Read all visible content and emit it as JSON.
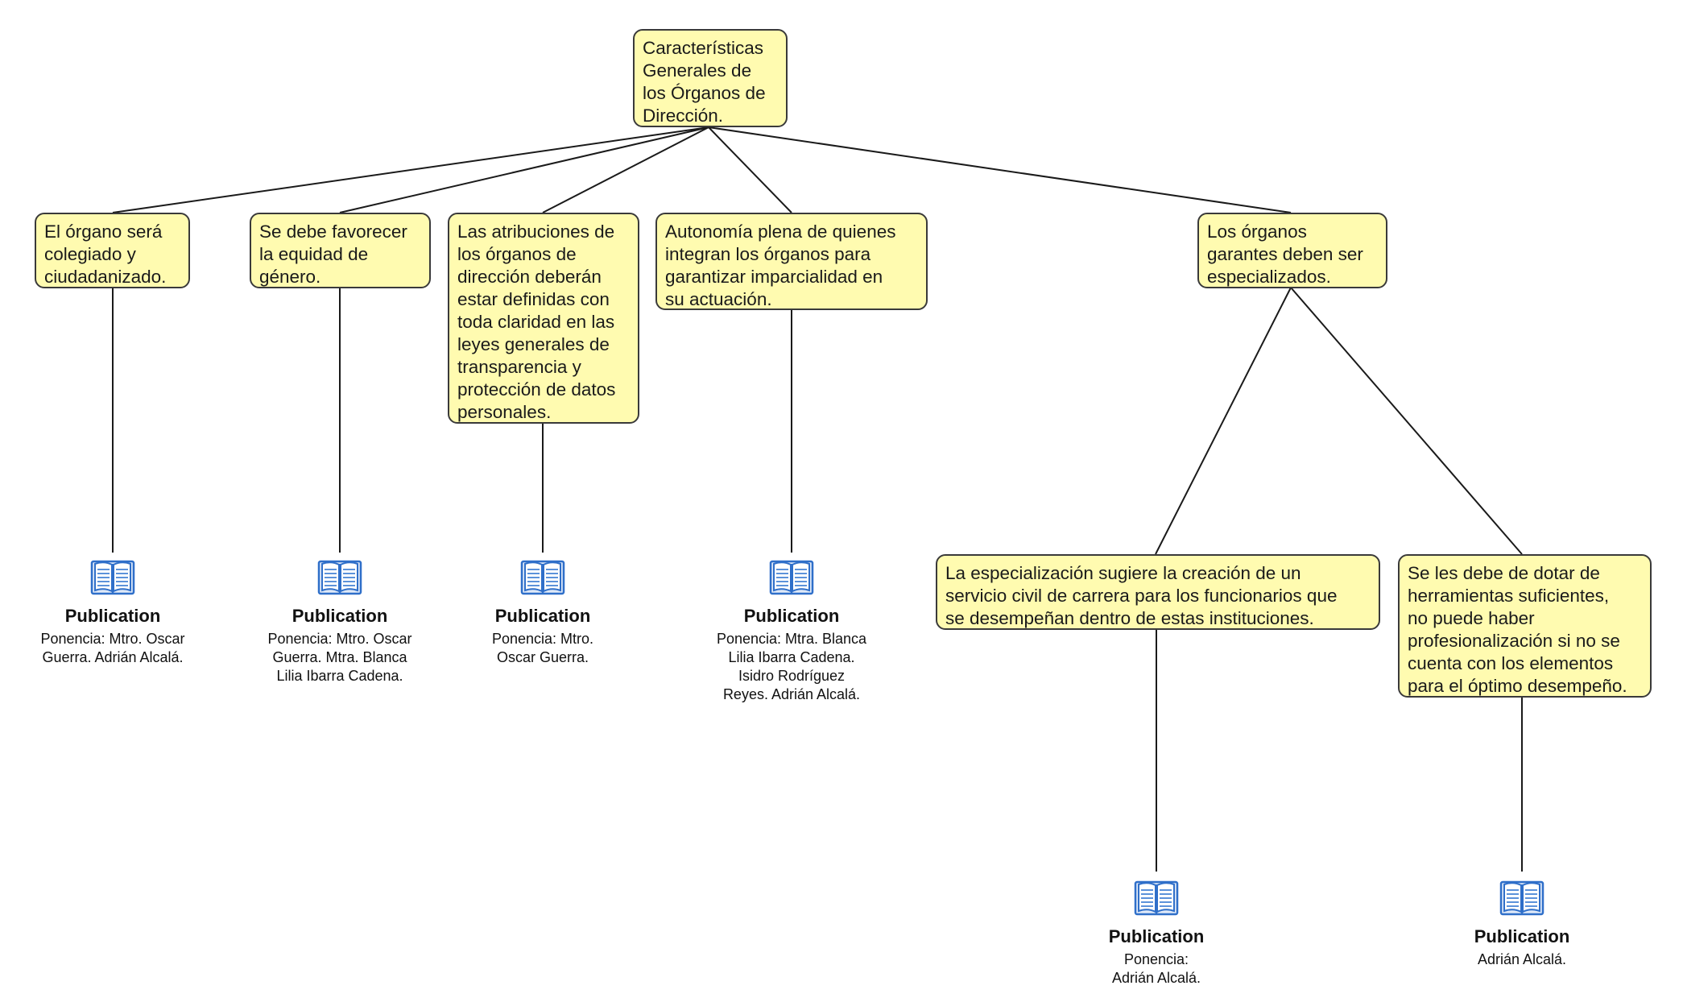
{
  "root": {
    "label": "Características\nGenerales de\nlos Órganos de\nDirección."
  },
  "topics": [
    {
      "label": "El órgano será\ncolegiado y\nciudadanizado."
    },
    {
      "label": "Se debe favorecer\nla equidad de\ngénero."
    },
    {
      "label": "Las atribuciones de\nlos órganos de\ndirección deberán\nestar definidas con\ntoda claridad en las\nleyes generales de\ntransparencia y\nprotección de datos\npersonales."
    },
    {
      "label": "Autonomía plena de quienes\nintegran los órganos para\ngarantizar imparcialidad en\nsu actuación."
    },
    {
      "label": "Los órganos\ngarantes deben ser\nespecializados."
    }
  ],
  "subtopics": [
    {
      "label": "La especialización sugiere la creación de un\nservicio civil de carrera para los funcionarios que\nse desempeñan dentro de estas instituciones."
    },
    {
      "label": "Se les debe de dotar de\nherramientas suficientes,\nno puede haber\nprofesionalización si no se\ncuenta con los elementos\npara el óptimo desempeño."
    }
  ],
  "publications": [
    {
      "title": "Publication",
      "text": "Ponencia: Mtro. Oscar\nGuerra. Adrián Alcalá.",
      "icon": "book-icon"
    },
    {
      "title": "Publication",
      "text": "Ponencia: Mtro. Oscar\nGuerra. Mtra. Blanca\nLilia Ibarra Cadena.",
      "icon": "book-icon"
    },
    {
      "title": "Publication",
      "text": "Ponencia: Mtro.\nOscar Guerra.",
      "icon": "book-icon"
    },
    {
      "title": "Publication",
      "text": "Ponencia: Mtra. Blanca\nLilia Ibarra Cadena.\nIsidro Rodríguez\nReyes. Adrián Alcalá.",
      "icon": "book-icon"
    },
    {
      "title": "Publication",
      "text": "Ponencia:\nAdrián Alcalá.",
      "icon": "book-icon"
    },
    {
      "title": "Publication",
      "text": "Adrián Alcalá.",
      "icon": "book-icon"
    }
  ],
  "colors": {
    "node_fill": "#fffbb0",
    "node_border": "#3a3a3a",
    "connector": "#1a1a1a",
    "book_icon": "#2f6fc9"
  }
}
